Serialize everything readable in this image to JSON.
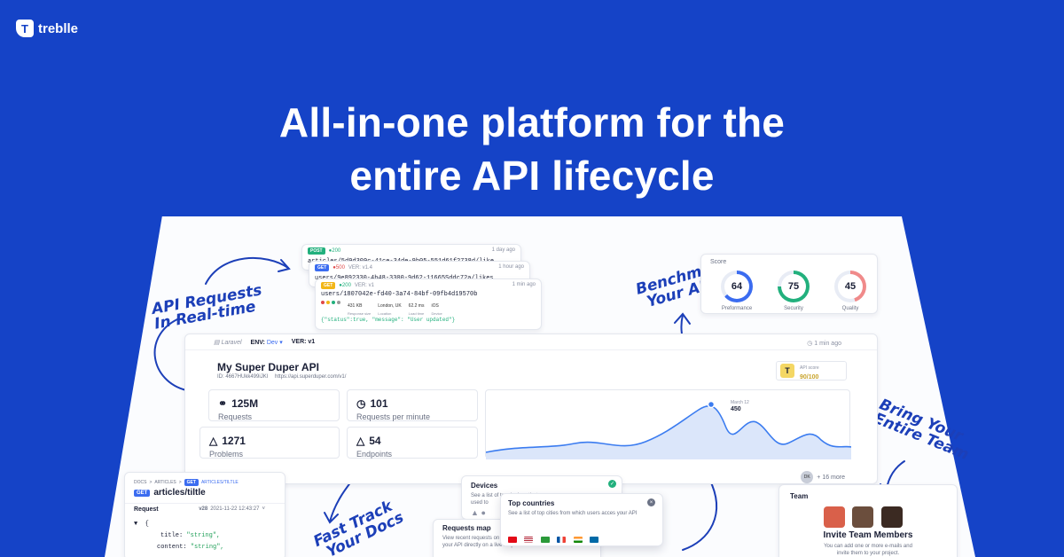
{
  "brand": {
    "name": "treblle"
  },
  "headline": {
    "line1": "All-in-one platform for the",
    "line2": "entire API lifecycle"
  },
  "annotations": {
    "realtime1": "API Requests",
    "realtime2": "In Real-time",
    "benchmark1": "Benchmark",
    "benchmark2": "Your API",
    "team1": "Bring Your",
    "team2": "Entire Team",
    "docs1": "Fast Track",
    "docs2": "Your Docs"
  },
  "requests": [
    {
      "method": "POST",
      "status": "●200",
      "path": "articles/5d9d309c-41ce-34de-9b05-551d61f2738d/like",
      "time": "1 day ago",
      "method_color": "#22b07d"
    },
    {
      "method": "GET",
      "status": "●500",
      "version": "VER: v1.4",
      "path": "users/9e892330-4b48-3300-9d62-11665Sddc72a/likes",
      "time": "1 hour ago",
      "method_color": "#3b6cf0"
    },
    {
      "method": "GET",
      "status": "●200",
      "version": "VER: v1",
      "path": "users/1807042e-fd40-3a74-84bf-09fb4d19570b",
      "time": "1 min ago",
      "method_color": "#f2b617",
      "size": "431 KB",
      "size_label": "Response size",
      "location": "London, UK",
      "location_label": "Location",
      "load": "62.2 ms",
      "load_label": "Load time",
      "device": "iOS",
      "device_label": "Device",
      "body": "{\"status\":true, \"message\": \"User updated\"}"
    }
  ],
  "dashboard": {
    "framework": "Laravel",
    "env_label": "ENV:",
    "env_value": "Dev",
    "ver": "VER: v1",
    "updated": "1 min ago",
    "api_name": "My Super Duper API",
    "api_id": "ID: 4667HUkk499iJKl",
    "api_url": "https://api.superduper.com/v1/",
    "score_label": "API score",
    "score_value": "90/100",
    "stats": [
      {
        "value": "125M",
        "label": "Requests",
        "icon": "tag-icon"
      },
      {
        "value": "101",
        "label": "Requests per minute",
        "icon": "clock-icon"
      },
      {
        "value": "1271",
        "label": "Problems",
        "icon": "warning-icon"
      },
      {
        "value": "54",
        "label": "Endpoints",
        "icon": "warning-icon"
      }
    ],
    "chart_tooltip_date": "March 12",
    "chart_tooltip_value": "450",
    "team_badge": "DK",
    "team_more": "+ 16 more"
  },
  "score": {
    "title": "Score",
    "items": [
      {
        "value": "64",
        "label": "Preformance",
        "color": "#3b6cf0",
        "percent": 64
      },
      {
        "value": "75",
        "label": "Security",
        "color": "#22b07d",
        "percent": 75
      },
      {
        "value": "45",
        "label": "Quality",
        "color": "#f08a8a",
        "percent": 45
      }
    ]
  },
  "docs": {
    "crumb1": "DOCS",
    "crumb2": "ARTICLES",
    "crumb_method": "GET",
    "crumb3": "ARTICLES/TILTLE",
    "method": "GET",
    "path": "articles/tiltle",
    "request_label": "Request",
    "version": "v28",
    "timestamp": "2021-11-22 12:43:27",
    "brace": "{",
    "line1_key": "title:",
    "line1_val": "\"string\",",
    "line2_key": "content:",
    "line2_val": "\"string\","
  },
  "devices": {
    "title": "Devices",
    "desc1": "See a list of top devices that are",
    "desc2": "used to"
  },
  "countries": {
    "title": "Top countries",
    "desc": "See a list of top cities from which users acces your API"
  },
  "requests_map": {
    "title": "Requests map",
    "desc": "View recent requests on map",
    "desc2": "your API directly on a live map"
  },
  "team": {
    "title": "Team",
    "invite_title": "Invite Team Members",
    "invite_desc": "You can add one or more e-mails and",
    "invite_desc2": "invite them to your project."
  }
}
